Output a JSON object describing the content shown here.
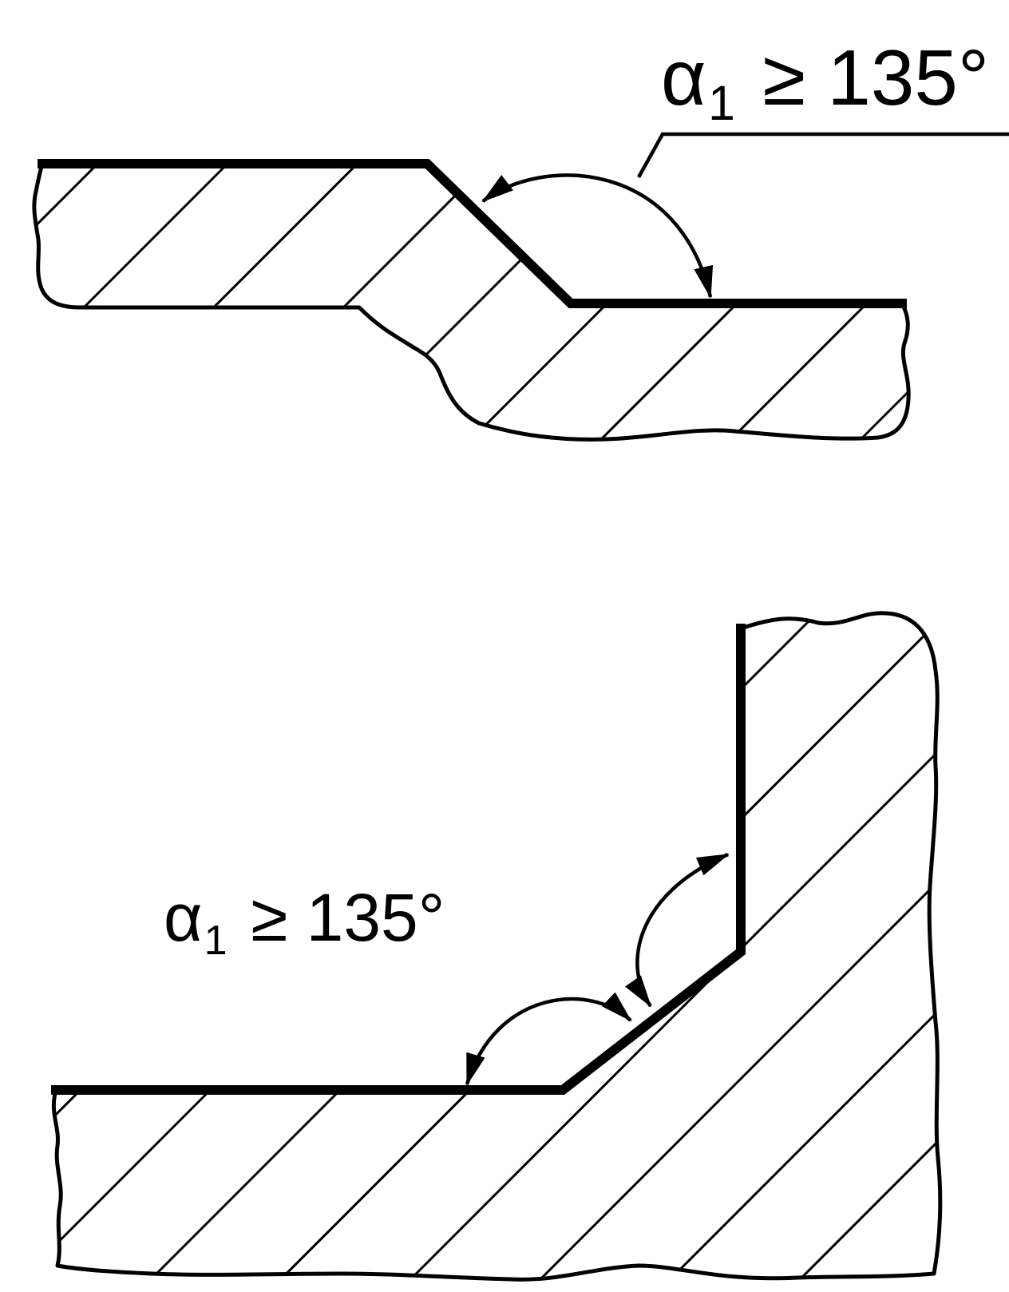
{
  "labels": {
    "top": {
      "symbol": "α",
      "subscript": "1",
      "relation": "≥ 135°"
    },
    "bottom": {
      "symbol": "α",
      "subscript": "1",
      "relation": "≥ 135°"
    }
  },
  "colors": {
    "ink": "#000000",
    "background": "#ffffff"
  }
}
